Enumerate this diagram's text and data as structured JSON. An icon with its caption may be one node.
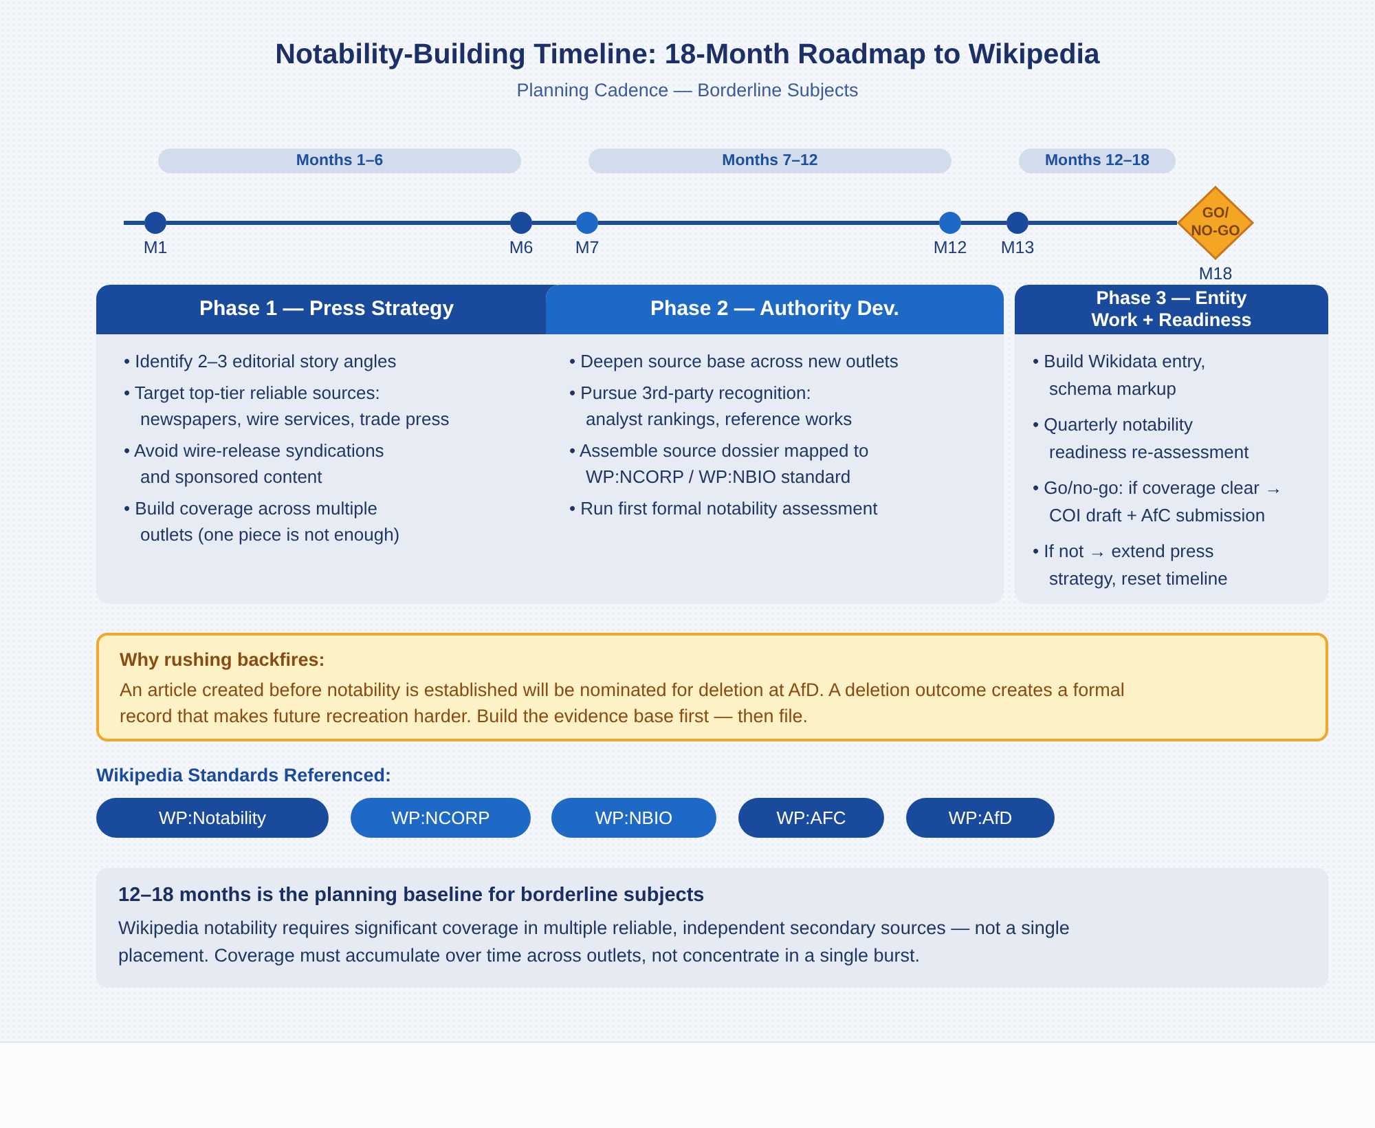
{
  "diagram": {
    "title": "Notability-Building Timeline: 18-Month Roadmap to Wikipedia",
    "nodes": [
      {
        "text": [
          "Months 1–6"
        ]
      },
      {
        "text": [
          "Months 7–12"
        ]
      },
      {
        "text": [
          "Months 12–18"
        ]
      },
      {
        "text": [],
        "shape": "circle",
        "beside": [
          "M1"
        ]
      },
      {
        "text": [],
        "shape": "circle",
        "beside": [
          "M6"
        ]
      },
      {
        "text": [],
        "shape": "circle",
        "beside": [
          "M7"
        ]
      },
      {
        "text": [],
        "shape": "circle",
        "beside": [
          "M12"
        ]
      },
      {
        "text": [],
        "shape": "circle",
        "beside": [
          "M13"
        ]
      },
      {
        "text": [
          "GO/ NO-GO"
        ],
        "beside": [
          "M18"
        ]
      },
      {
        "text": [
          "Phase 1 — Press Strategy",
          "• Identify 2–3 editorial story angles",
          "• Target top-tier reliable sources: newspapers, wire services, trade press",
          "• Avoid wire-release syndications and sponsored content",
          "• Build coverage across multiple outlets (one piece is not enough)"
        ]
      },
      {
        "text": [
          "Phase 2 — Authority Dev.",
          "• Deepen source base across new outlets",
          "• Pursue 3rd-party recognition: analyst rankings, reference works",
          "• Assemble source dossier mapped to WP:NCORP / WP:NBIO standard",
          "• Run first formal notability assessment"
        ]
      },
      {
        "text": [
          "Phase 3 — Entity Work + Readiness",
          "• Build Wikidata entry, schema markup",
          "• Quarterly notability readiness re-assessment",
          "• Go/no-go: if coverage clear → COI draft + AfC submission",
          "• If not → extend press strategy, reset timeline"
        ]
      },
      {
        "text": [
          "Why rushing backfires:",
          "An article created before notability is established will be nominated for deletion at AfD. A deletion outcome creates a formal record that makes future recreation harder. Build the evidence base first — then file."
        ]
      },
      {
        "text": [
          "WP:Notability"
        ]
      },
      {
        "text": [
          "WP:NCORP"
        ]
      },
      {
        "text": [
          "WP:NBIO"
        ]
      },
      {
        "text": [
          "WP:AFC"
        ]
      },
      {
        "text": [
          "WP:AfD"
        ]
      },
      {
        "text": [
          "12–18 months is the planning baseline for borderline subjects",
          "Wikipedia notability requires significant coverage in multiple reliable, independent secondary sources — not a single placement. Coverage must accumulate over time across outlets, not concentrate in a single burst."
        ]
      }
    ],
    "edges": [
      {
        "from": 3,
        "to": 4,
        "arrow": "none"
      },
      {
        "from": 4,
        "to": 5,
        "arrow": "none"
      },
      {
        "from": 5,
        "to": 6,
        "arrow": "none"
      },
      {
        "from": 6,
        "to": 7,
        "arrow": "none"
      },
      {
        "from": 7,
        "to": 8,
        "arrow": "none"
      }
    ],
    "labels": [
      "Planning Cadence — Borderline Subjects",
      "Wikipedia Standards Referenced:"
    ]
  }
}
